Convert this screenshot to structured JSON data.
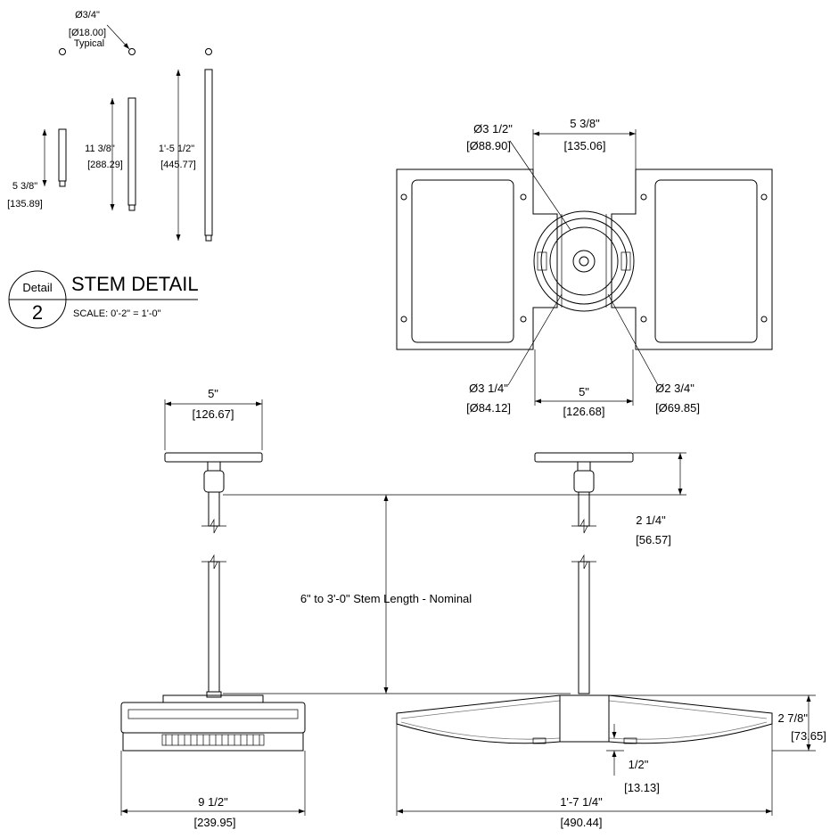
{
  "stem_detail": {
    "hole_dia": "Ø3/4\"",
    "hole_dia_metric": "[Ø18.00]",
    "hole_note": "Typical",
    "stems": [
      {
        "label": "5 3/8\"",
        "metric": "[135.89]"
      },
      {
        "label": "11 3/8\"",
        "metric": "[288.29]"
      },
      {
        "label": "1'-5 1/2\"",
        "metric": "[445.77]"
      }
    ],
    "detail_label": "Detail",
    "detail_number": "2",
    "title": "STEM DETAIL",
    "scale": "SCALE: 0'-2\" = 1'-0\""
  },
  "top_view": {
    "canopy_dia": "Ø3 1/2\"",
    "canopy_dia_metric": "[Ø88.90]",
    "center_width": "5 3/8\"",
    "center_width_metric": "[135.06]",
    "inner_dia": "Ø3 1/4\"",
    "inner_dia_metric": "[Ø84.12]",
    "hub_width": "5\"",
    "hub_width_metric": "[126.68]",
    "small_dia": "Ø2 3/4\"",
    "small_dia_metric": "[Ø69.85]"
  },
  "side_views": {
    "canopy_width": "5\"",
    "canopy_width_metric": "[126.67]",
    "canopy_drop": "2 1/4\"",
    "canopy_drop_metric": "[56.57]",
    "stem_length": "6\" to 3'-0\" Stem Length - Nominal",
    "fixture_width": "9 1/2\"",
    "fixture_width_metric": "[239.95]",
    "fixture_length": "1'-7 1/4\"",
    "fixture_length_metric": "[490.44]",
    "fixture_height": "2 7/8\"",
    "fixture_height_metric": "[73.65]",
    "lens_offset": "1/2\"",
    "lens_offset_metric": "[13.13]"
  }
}
